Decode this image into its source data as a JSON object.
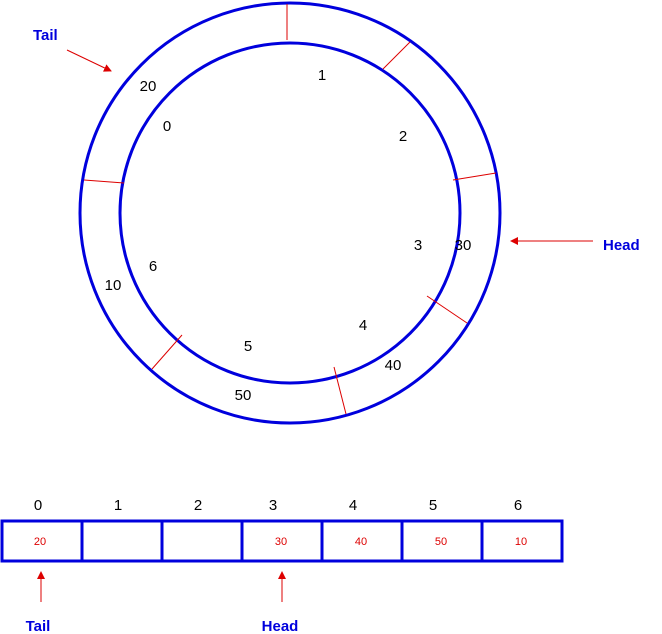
{
  "ring": {
    "slot_indices": [
      "0",
      "1",
      "2",
      "3",
      "4",
      "5",
      "6"
    ],
    "slot_values": [
      "20",
      "",
      "",
      "30",
      "40",
      "50",
      "10"
    ],
    "tail_label": "Tail",
    "head_label": "Head"
  },
  "array": {
    "indices": [
      "0",
      "1",
      "2",
      "3",
      "4",
      "5",
      "6"
    ],
    "values": [
      "20",
      "",
      "",
      "30",
      "40",
      "50",
      "10"
    ],
    "tail_label": "Tail",
    "head_label": "Head"
  },
  "colors": {
    "ring_stroke": "#0000dd",
    "divider": "#dd0000",
    "value_text": "#dd0000",
    "label_text": "#0000dd",
    "arrow": "#dd0000"
  }
}
